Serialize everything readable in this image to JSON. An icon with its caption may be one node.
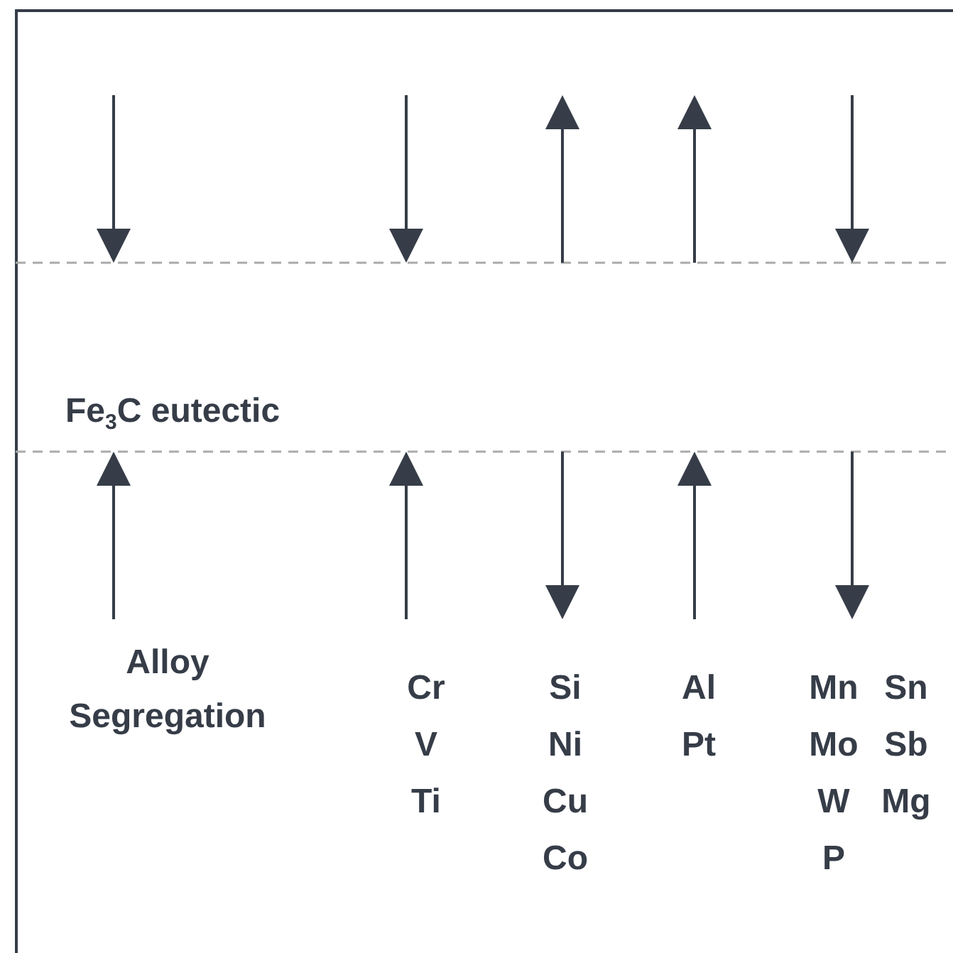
{
  "diagram": {
    "labels": [
      "Fe$_{3}$C eutectic",
      "Alloy Segregation",
      "Cr V Ti",
      "Si Ni Cu Co",
      "Al Pt",
      "Mn Mo W P",
      "Sn Sb Mg"
    ]
  }
}
